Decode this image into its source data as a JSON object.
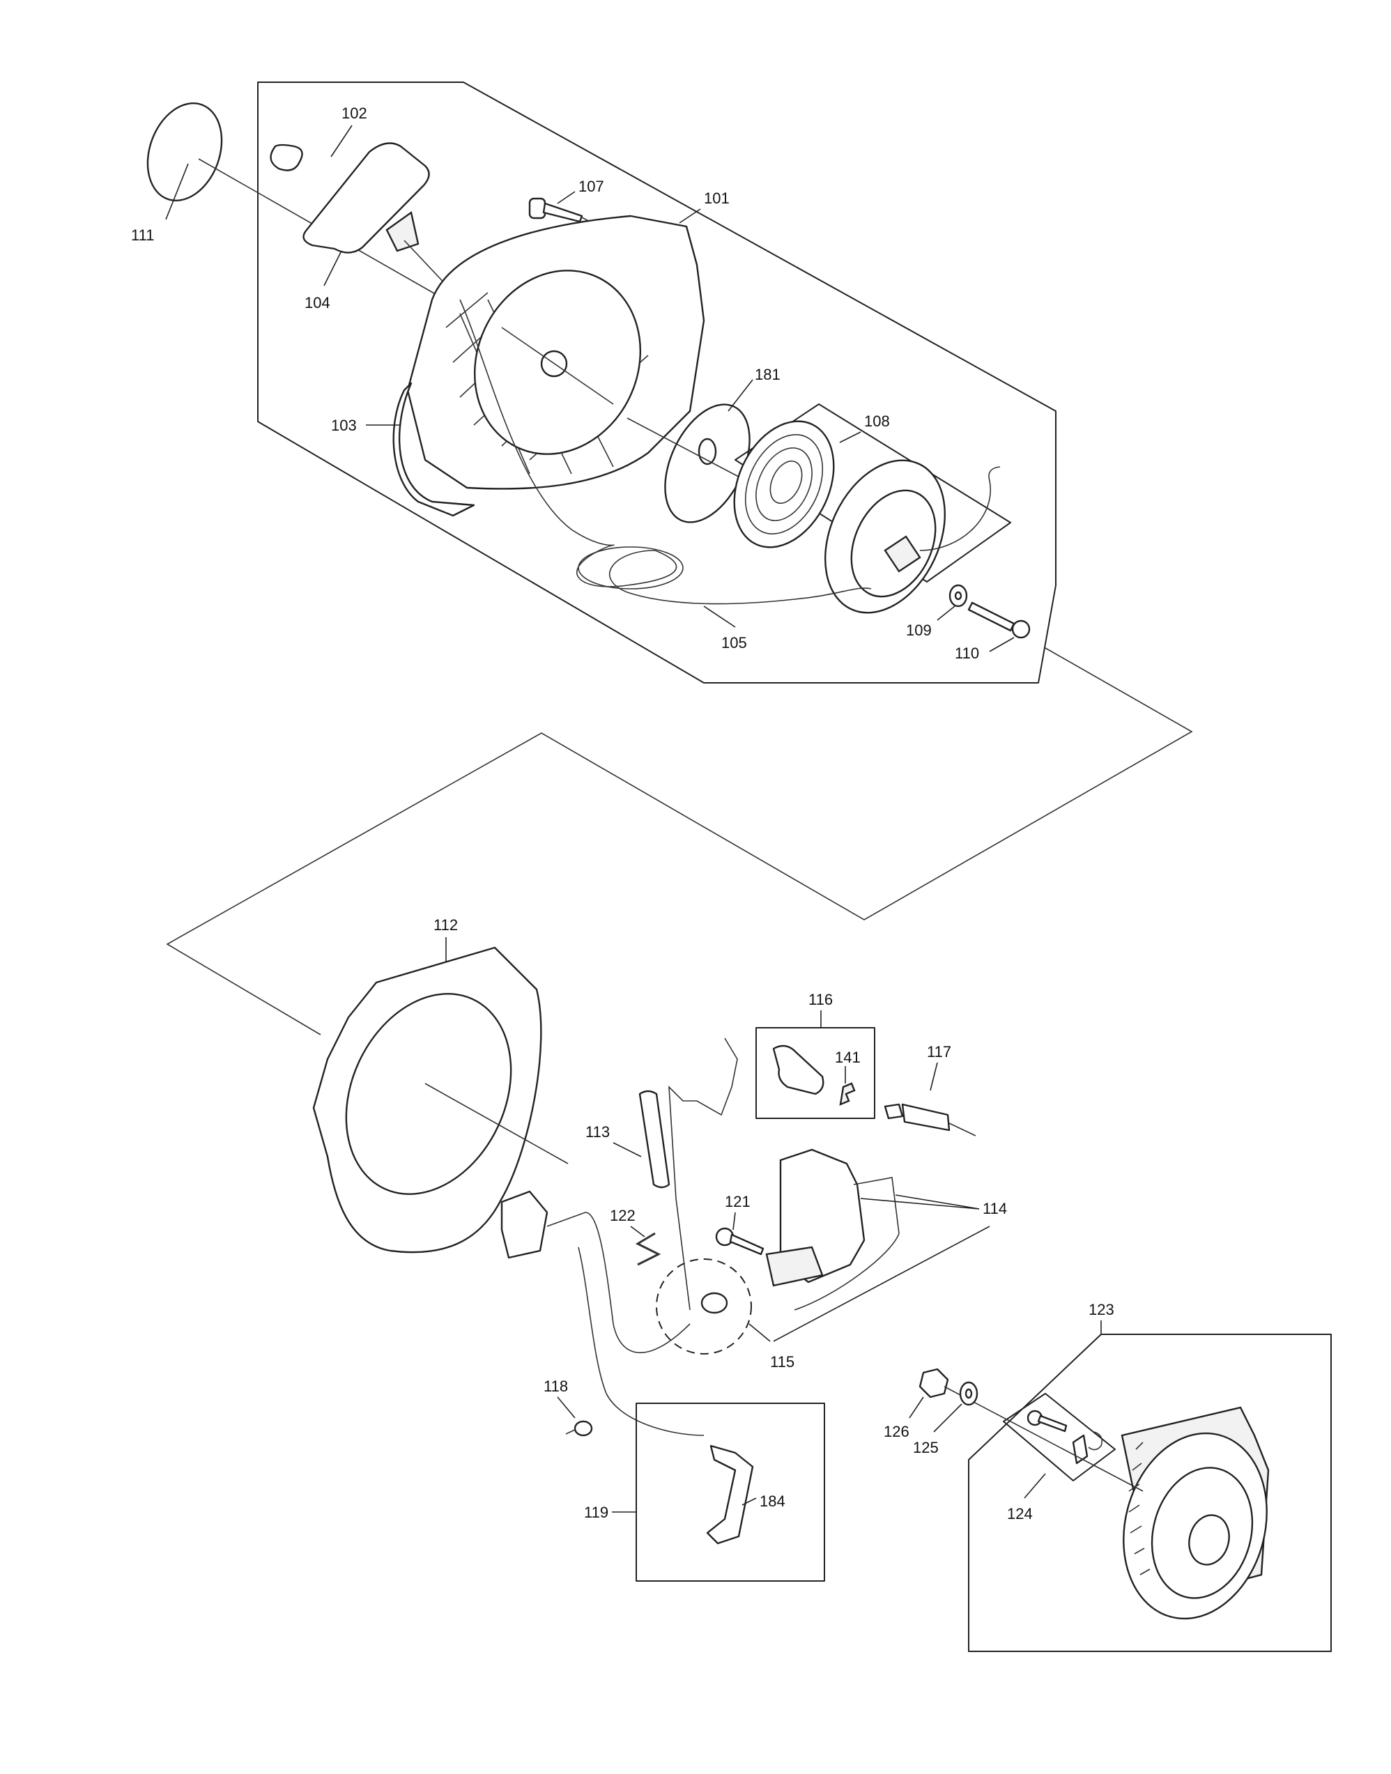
{
  "diagram": {
    "labels": [
      {
        "id": "101",
        "text": "101"
      },
      {
        "id": "102",
        "text": "102"
      },
      {
        "id": "103",
        "text": "103"
      },
      {
        "id": "104",
        "text": "104"
      },
      {
        "id": "105",
        "text": "105"
      },
      {
        "id": "107",
        "text": "107"
      },
      {
        "id": "108",
        "text": "108"
      },
      {
        "id": "109",
        "text": "109"
      },
      {
        "id": "110",
        "text": "110"
      },
      {
        "id": "111",
        "text": "111"
      },
      {
        "id": "112",
        "text": "112"
      },
      {
        "id": "113",
        "text": "113"
      },
      {
        "id": "114",
        "text": "114"
      },
      {
        "id": "115",
        "text": "115"
      },
      {
        "id": "116",
        "text": "116"
      },
      {
        "id": "117",
        "text": "117"
      },
      {
        "id": "118",
        "text": "118"
      },
      {
        "id": "119",
        "text": "119"
      },
      {
        "id": "121",
        "text": "121"
      },
      {
        "id": "122",
        "text": "122"
      },
      {
        "id": "123",
        "text": "123"
      },
      {
        "id": "124",
        "text": "124"
      },
      {
        "id": "125",
        "text": "125"
      },
      {
        "id": "126",
        "text": "126"
      },
      {
        "id": "141",
        "text": "141"
      },
      {
        "id": "181",
        "text": "181"
      },
      {
        "id": "184",
        "text": "184"
      }
    ]
  }
}
